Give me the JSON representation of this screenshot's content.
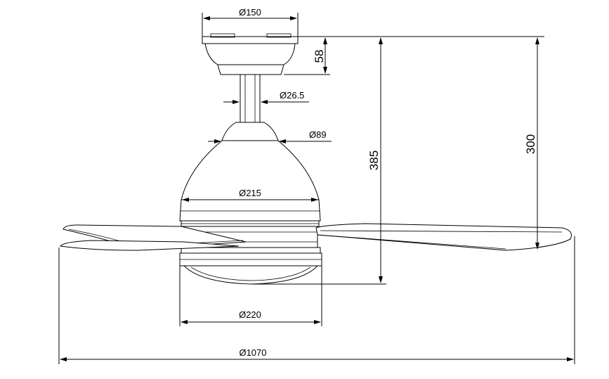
{
  "dimensions": {
    "canopy_diameter": "Ø150",
    "canopy_height": "58",
    "downrod_diameter": "Ø26.5",
    "motor_top_diameter": "Ø89",
    "motor_housing_diameter": "Ø215",
    "light_diameter": "Ø220",
    "blade_span": "Ø1070",
    "overall_height": "385",
    "ceiling_to_blade_height": "300"
  }
}
